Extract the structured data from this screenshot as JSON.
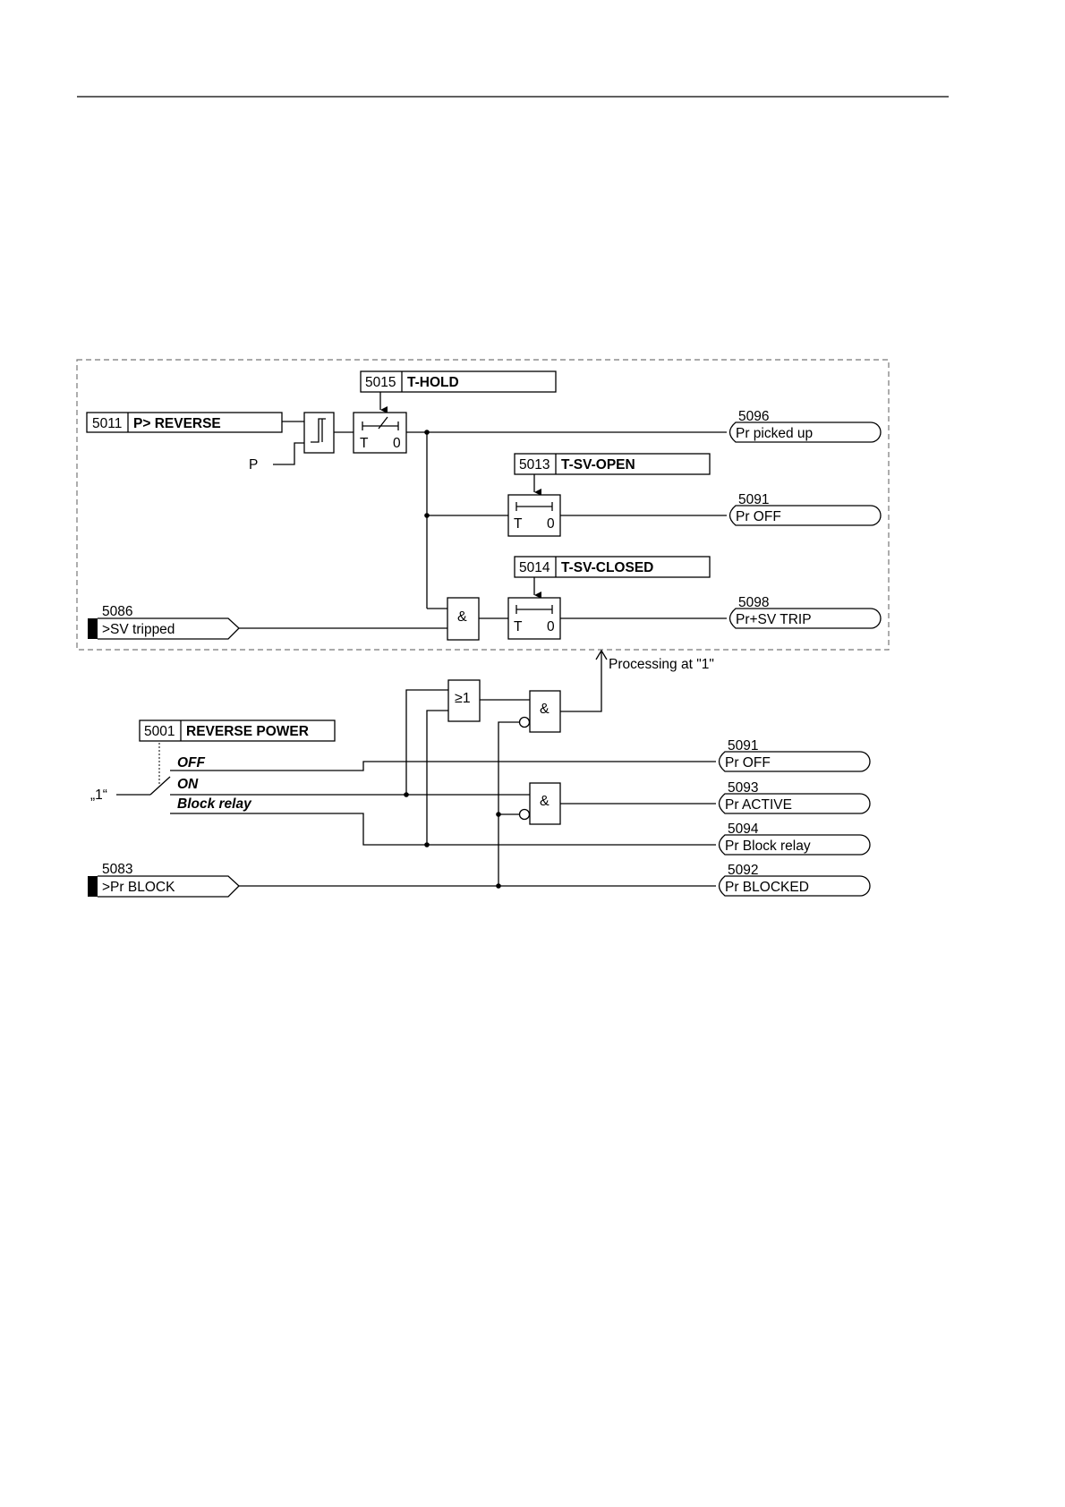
{
  "parameters": {
    "p_reverse": {
      "address": "5011",
      "name": "P> REVERSE"
    },
    "t_hold": {
      "address": "5015",
      "name": "T-HOLD"
    },
    "t_sv_open": {
      "address": "5013",
      "name": "T-SV-OPEN"
    },
    "t_sv_closed": {
      "address": "5014",
      "name": "T-SV-CLOSED"
    },
    "reverse_power": {
      "address": "5001",
      "name": "REVERSE POWER"
    }
  },
  "inputs": {
    "sv_tripped": {
      "address": "5086",
      "label": ">SV tripped"
    },
    "pr_block": {
      "address": "5083",
      "label": ">Pr BLOCK"
    },
    "p_label": "P",
    "one_label": "„1“"
  },
  "outputs": {
    "picked_up": {
      "address": "5096",
      "label": "Pr picked up"
    },
    "off_top": {
      "address": "5091",
      "label": "Pr OFF"
    },
    "sv_trip": {
      "address": "5098",
      "label": "Pr+SV TRIP"
    },
    "off": {
      "address": "5091",
      "label": "Pr OFF"
    },
    "active": {
      "address": "5093",
      "label": "Pr ACTIVE"
    },
    "block_relay": {
      "address": "5094",
      "label": "Pr Block relay"
    },
    "blocked": {
      "address": "5092",
      "label": "Pr BLOCKED"
    }
  },
  "switch_options": {
    "off": "OFF",
    "on": "ON",
    "block_relay": "Block relay"
  },
  "gates": {
    "and": "&",
    "or": "≥1"
  },
  "timer": {
    "t": "T",
    "zero": "0"
  },
  "processing_note": "Processing at \"1\""
}
